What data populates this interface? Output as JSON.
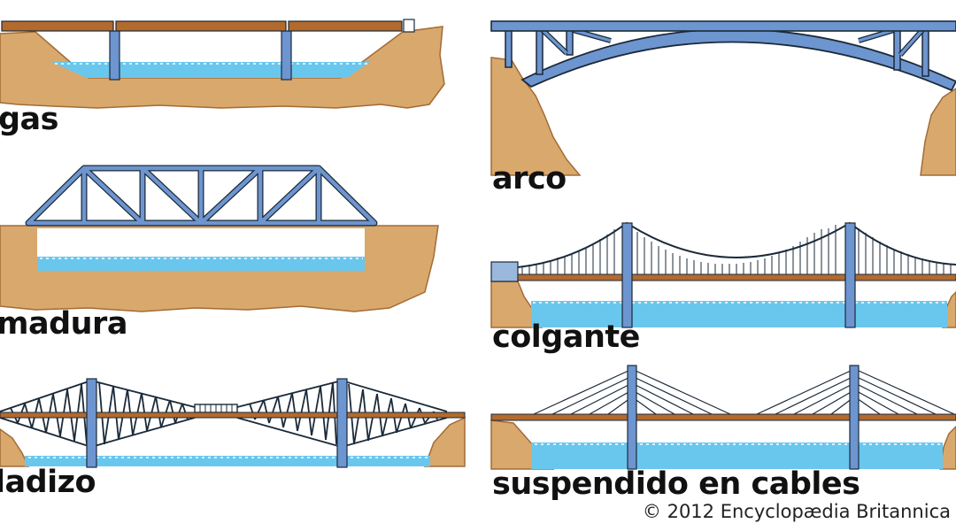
{
  "labels": {
    "beam": "gas",
    "truss": "madura",
    "cantilever": "ladizo",
    "arch": "arco",
    "suspension": "colgante",
    "cable_stayed": "suspendido en cables"
  },
  "credit": "© 2012 Encyclopædia Britannica",
  "colors": {
    "earth": "#d9a86c",
    "earth_dark": "#a36b36",
    "water": "#69c7ee",
    "steel": "#6d95cf",
    "deck": "#b36a2d",
    "outline": "#1b2a3a"
  }
}
